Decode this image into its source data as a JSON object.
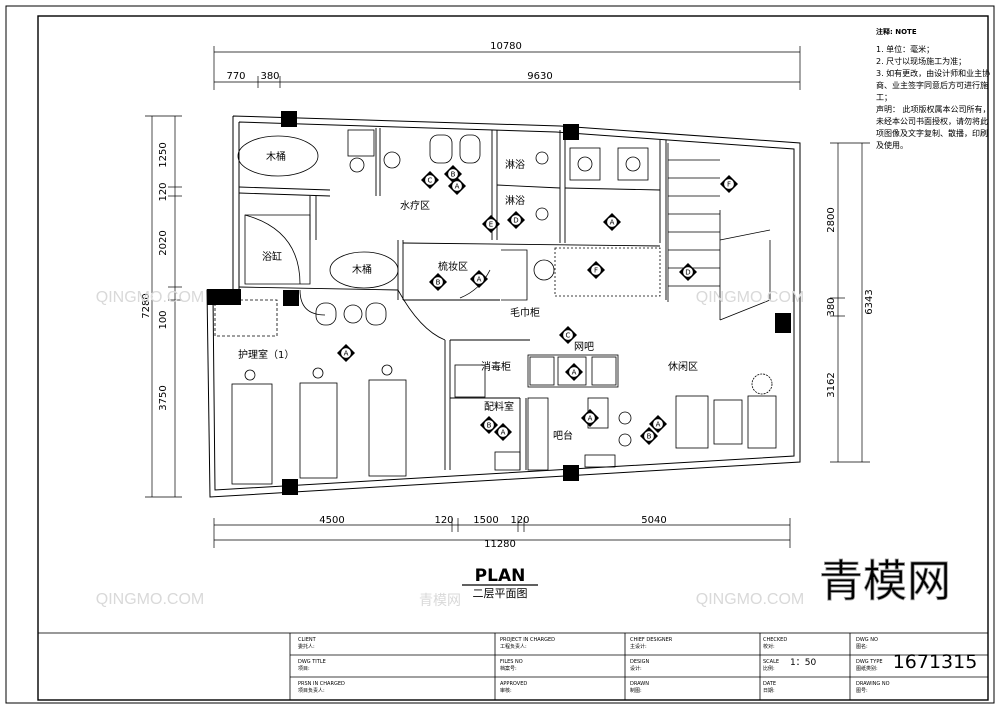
{
  "overall": {
    "top_total": "10780",
    "top_parts": [
      "770",
      "380",
      "9630"
    ],
    "bottom_total": "11280",
    "bottom_parts": [
      "4500",
      "120",
      "1500",
      "120",
      "5040"
    ],
    "left_total": "7280",
    "left_parts": [
      "1250",
      "120",
      "2020",
      "100",
      "3750"
    ],
    "right_total": "6343",
    "right_parts": [
      "2800",
      "380",
      "3162"
    ]
  },
  "rooms": {
    "wood_barrel_1": "木桶",
    "wood_barrel_2": "木桶",
    "bathtub": "浴缸",
    "hydrotherapy": "水疗区",
    "shower_1": "淋浴",
    "shower_2": "淋浴",
    "makeup": "梳妆区",
    "towel_cabinet": "毛巾柜",
    "care_room": "护理室（1）",
    "disinfection": "消毒柜",
    "net_bar": "网吧",
    "mixing_room": "配料室",
    "bar_counter": "吧台",
    "lounge": "休闲区"
  },
  "markers": [
    "A",
    "B",
    "C",
    "D",
    "E",
    "F"
  ],
  "title": {
    "main": "PLAN",
    "sub": "二层平面图"
  },
  "notes": {
    "heading": "注释:  NOTE",
    "items": [
      "1. 单位：毫米；",
      "2. 尺寸以现场施工为准；",
      "3. 如有更改，由设计师和业主协商、业主签字同意后方可进行施工；",
      "声明：  此项版权属本公司所有，未经本公司书面授权，请勿将此项图像及文字复制、散播，印刷及使用。"
    ]
  },
  "title_block": {
    "client_en": "CLIENT",
    "client_cn": "委托人:",
    "dwg_title_en": "DWG TITLE",
    "dwg_title_cn": "项目:",
    "pic_en": "PRSN IN CHARGED",
    "pic_cn": "项目负责人:",
    "project_en": "PROJECT IN CHARGED",
    "project_cn": "工程负责人:",
    "files_en": "FILES NO",
    "files_cn": "档案号:",
    "approved_en": "APPROVED",
    "approved_cn": "审核:",
    "chief_en": "CHIEF DESIGNER",
    "chief_cn": "主设计:",
    "design_en": "DESIGN",
    "design_cn": "设计:",
    "drawn_en": "DRAWN",
    "drawn_cn": "制图:",
    "checked_en": "CHECKED",
    "checked_cn": "校对:",
    "scale_en": "SCALE",
    "scale_cn": "比例:",
    "scale_value": "1：50",
    "date_en": "DATE",
    "date_cn": "日期:",
    "dwg_no_en": "DWG NO",
    "dwg_no_cn": "图名:",
    "dwg_type_en": "DWG TYPE",
    "dwg_type_cn": "图纸类别:",
    "drawing_no_en": "DRAWING NO",
    "drawing_no_cn": "图号:"
  },
  "watermark": {
    "logo_text": "QINGMO.COM",
    "brand_cn": "青模网",
    "small_cn": "青模网",
    "id": "1671315"
  }
}
